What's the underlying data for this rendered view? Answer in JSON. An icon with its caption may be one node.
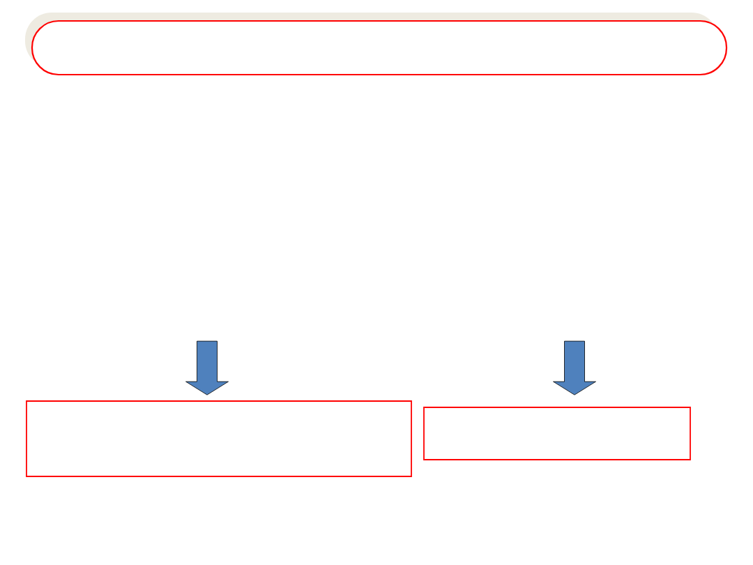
{
  "diagram": {
    "nodes": [
      {
        "text": [],
        "shape": "box"
      },
      {
        "text": [],
        "shape": "box"
      },
      {
        "text": [],
        "shape": "box"
      }
    ],
    "edges": [
      {
        "from": null,
        "to": 1,
        "arrow": "to"
      },
      {
        "from": null,
        "to": 2,
        "arrow": "to"
      }
    ]
  }
}
